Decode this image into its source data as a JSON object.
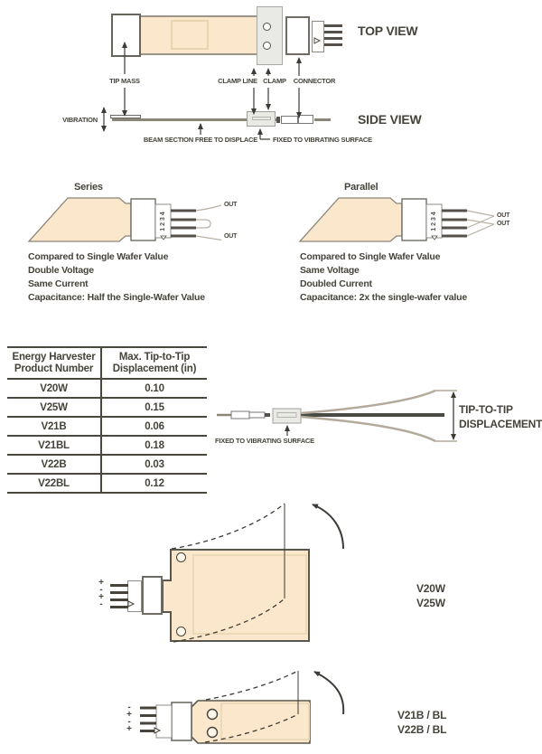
{
  "colors": {
    "beam_fill": "#fbe7cb",
    "beam_stroke": "#8a8578",
    "wafer_outline": "#e9d4af",
    "clamp_fill": "#e9e9e6",
    "text": "#45433a",
    "line": "#3d3b35",
    "curve_gray": "#b3aa9c"
  },
  "overview": {
    "top_view_label": "TOP VIEW",
    "side_view_label": "SIDE VIEW",
    "tip_mass_label": "TIP MASS",
    "clamp_line_label": "CLAMP LINE",
    "clamp_label": "CLAMP",
    "connector_label": "CONNECTOR",
    "vibration_label": "VIBRATION",
    "beam_free_label": "BEAM SECTION FREE TO DISPLACE",
    "fixed_label": "FIXED TO VIBRATING SURFACE"
  },
  "series": {
    "title": "Series",
    "pin_numbers": "1 2 3 4",
    "out_top": "OUT",
    "out_bottom": "OUT",
    "notes": [
      "Compared to Single Wafer Value",
      "Double Voltage",
      "Same Current",
      "Capacitance: Half the Single-Wafer Value"
    ]
  },
  "parallel": {
    "title": "Parallel",
    "pin_numbers": "1 2 3 4",
    "out_top": "OUT",
    "out_bottom": "OUT",
    "notes": [
      "Compared to Single Wafer Value",
      "Same Voltage",
      "Doubled Current",
      "Capacitance: 2x the single-wafer value"
    ]
  },
  "table": {
    "col1_line1": "Energy Harvester",
    "col1_line2": "Product Number",
    "col2_line1": "Max. Tip-to-Tip",
    "col2_line2": "Displacement (in)",
    "rows": [
      {
        "product": "V20W",
        "displacement": "0.10"
      },
      {
        "product": "V25W",
        "displacement": "0.15"
      },
      {
        "product": "V21B",
        "displacement": "0.06"
      },
      {
        "product": "V21BL",
        "displacement": "0.18"
      },
      {
        "product": "V22B",
        "displacement": "0.03"
      },
      {
        "product": "V22BL",
        "displacement": "0.12"
      }
    ]
  },
  "tip_displacement": {
    "label_line1": "TIP-TO-TIP",
    "label_line2": "DISPLACEMENT",
    "fixed_label": "FIXED TO VIBRATING SURFACE"
  },
  "bend_wide": {
    "models": [
      "V20W",
      "V25W"
    ],
    "pin_signs": [
      "+",
      "-",
      "+",
      "-"
    ]
  },
  "bend_narrow": {
    "models": [
      "V21B / BL",
      "V22B / BL"
    ],
    "pin_signs": [
      "-",
      "+",
      "-",
      "+"
    ]
  }
}
